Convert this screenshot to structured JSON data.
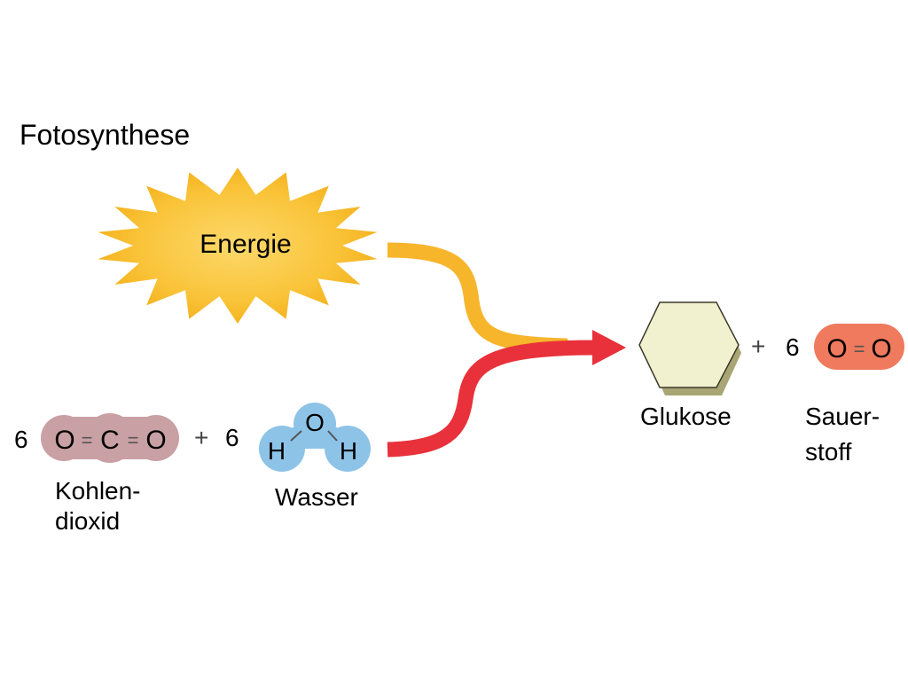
{
  "title": "Fotosynthese",
  "energy": {
    "label": "Energie"
  },
  "reactants": {
    "co2": {
      "coefficient": "6",
      "atoms": [
        "O",
        "C",
        "O"
      ],
      "bond": "=",
      "label_line1": "Kohlen-",
      "label_line2": "dioxid"
    },
    "plus": "+",
    "water": {
      "coefficient": "6",
      "atoms": [
        "H",
        "O",
        "H"
      ],
      "label": "Wasser"
    }
  },
  "products": {
    "glucose": {
      "label": "Glukose"
    },
    "plus": "+",
    "oxygen": {
      "coefficient": "6",
      "atoms": [
        "O",
        "O"
      ],
      "bond": "=",
      "label_line1": "Sauer-",
      "label_line2": "stoff"
    }
  },
  "colors": {
    "sun": "#f9c232",
    "sun_center": "#fbd85f",
    "energy_arrow": "#f7b52c",
    "reaction_arrow": "#e8313a",
    "co2_blob": "#c9a0a4",
    "water_blob": "#8ec3e8",
    "glucose_fill": "#f1f1cf",
    "glucose_shadow": "#a9a574",
    "oxygen_blob": "#ef7a5e"
  }
}
